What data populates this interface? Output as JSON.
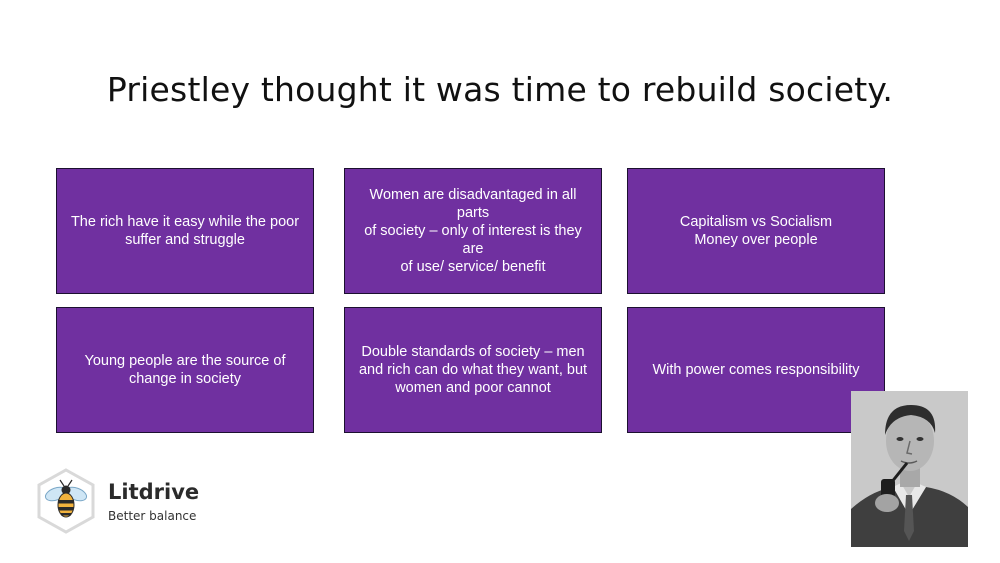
{
  "slide": {
    "title": "Priestley thought it was time to rebuild society."
  },
  "cards": [
    {
      "text": "The rich have it easy while the poor\nsuffer and struggle"
    },
    {
      "text": "Women are disadvantaged in all parts\nof society – only of interest is they are\nof use/ service/ benefit"
    },
    {
      "text": "Capitalism vs Socialism\nMoney over people"
    },
    {
      "text": "Young people are the source of\nchange in society"
    },
    {
      "text": "Double standards of society – men\nand rich can do what they want, but\nwomen and poor cannot"
    },
    {
      "text": "With power comes responsibility"
    }
  ],
  "logo": {
    "name": "Litdrive",
    "tagline": "Better balance",
    "icon": "bee-icon"
  },
  "portrait": {
    "icon": "portrait-photo"
  },
  "colors": {
    "card_fill": "#7030a0",
    "card_text": "#ffffff",
    "title_text": "#111111"
  }
}
